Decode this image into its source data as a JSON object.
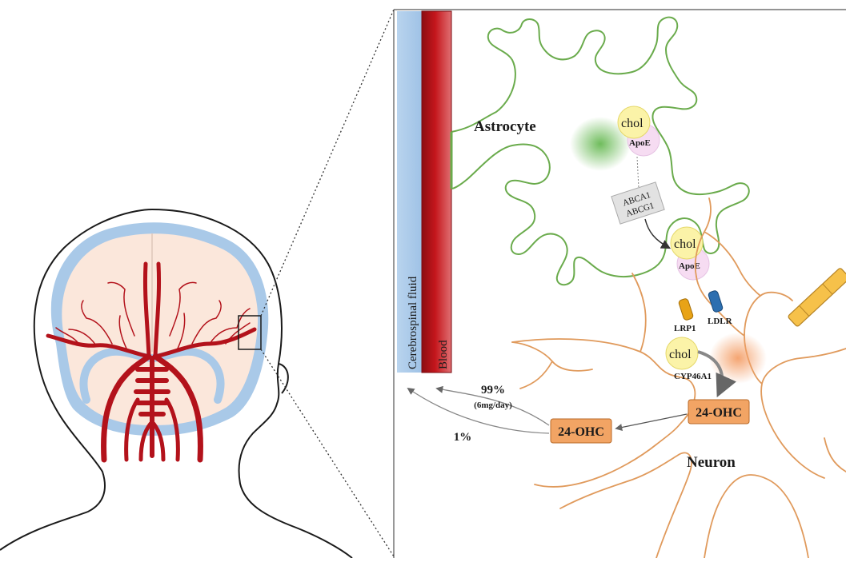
{
  "labels": {
    "astrocyte": "Astrocyte",
    "neuron": "Neuron",
    "csf": "Cerebrospinal fluid",
    "blood": "Blood",
    "chol_astro": "chol",
    "apoe_astro": "ApoE",
    "transporter_1": "ABCA1",
    "transporter_2": "ABCG1",
    "chol_secreted": "chol",
    "apoe_secreted": "ApoE",
    "receptor_lrp1": "LRP1",
    "receptor_ldlr": "LDLR",
    "chol_neuron": "chol",
    "enzyme": "CYP46A1",
    "ohc_neuron": "24-OHC",
    "ohc_extracellular": "24-OHC",
    "flux_blood_pct": "99%",
    "flux_blood_rate": "(6mg/day)",
    "flux_csf_pct": "1%"
  },
  "colors": {
    "csf": "#a9c9e8",
    "blood": "#c4161c",
    "artery": "#b3121b",
    "brain": "#fbe7db",
    "brain_border": "#a9c9e8",
    "astrocyte_line": "#6aab4c",
    "neuron_line": "#e09a5c",
    "chol": "#fbf3a8",
    "apoe": "#f6dcf2",
    "ohc_box": "#f2a464",
    "lrp1": "#e8a317",
    "ldlr": "#2d6fb0",
    "axon": "#f6c14a"
  }
}
